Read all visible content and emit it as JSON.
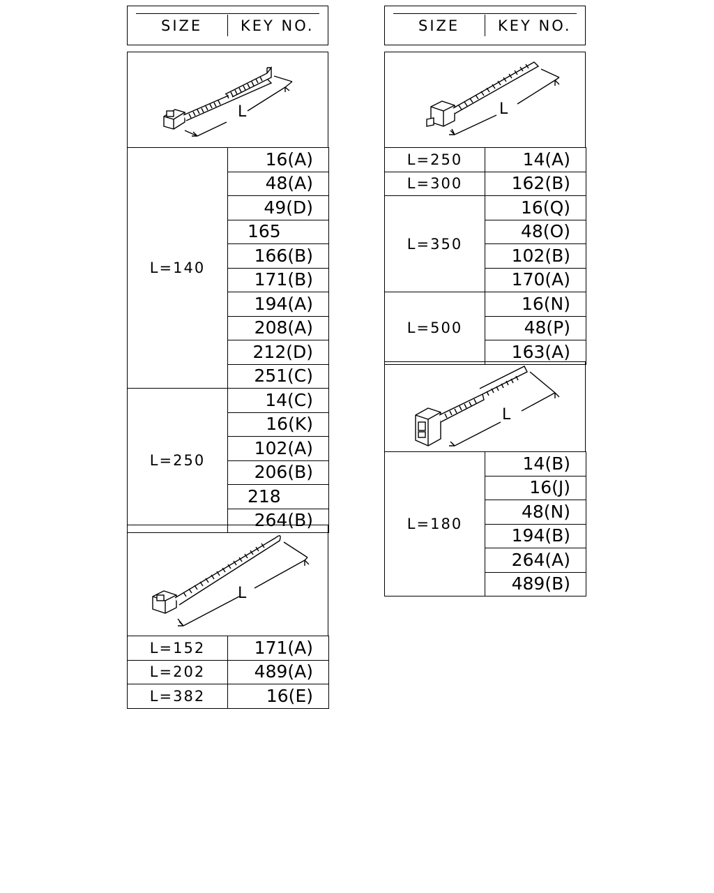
{
  "header_left": {
    "size": "SIZE",
    "key": "KEY NO."
  },
  "header_right": {
    "size": "SIZE",
    "key": "KEY NO."
  },
  "diagram_label": "L",
  "table1": {
    "group1": {
      "size": "L=140",
      "keys": [
        "16(A)",
        "48(A)",
        "49(D)",
        "165",
        "166(B)",
        "171(B)",
        "194(A)",
        "208(A)",
        "212(D)",
        "251(C)"
      ]
    },
    "group2": {
      "size": "L=250",
      "keys": [
        "14(C)",
        "16(K)",
        "102(A)",
        "206(B)",
        "218",
        "264(B)"
      ]
    }
  },
  "table2": {
    "rows": [
      {
        "size": "L=152",
        "key": "171(A)"
      },
      {
        "size": "L=202",
        "key": "489(A)"
      },
      {
        "size": "L=382",
        "key": "16(E)"
      }
    ]
  },
  "table3": {
    "row1": {
      "size": "L=250",
      "key": "14(A)"
    },
    "row2": {
      "size": "L=300",
      "key": "162(B)"
    },
    "group1": {
      "size": "L=350",
      "keys": [
        "16(Q)",
        "48(O)",
        "102(B)",
        "170(A)"
      ]
    },
    "group2": {
      "size": "L=500",
      "keys": [
        "16(N)",
        "48(P)",
        "163(A)"
      ]
    }
  },
  "table4": {
    "group1": {
      "size": "L=180",
      "keys": [
        "14(B)",
        "16(J)",
        "48(N)",
        "194(B)",
        "264(A)",
        "489(B)"
      ]
    }
  }
}
